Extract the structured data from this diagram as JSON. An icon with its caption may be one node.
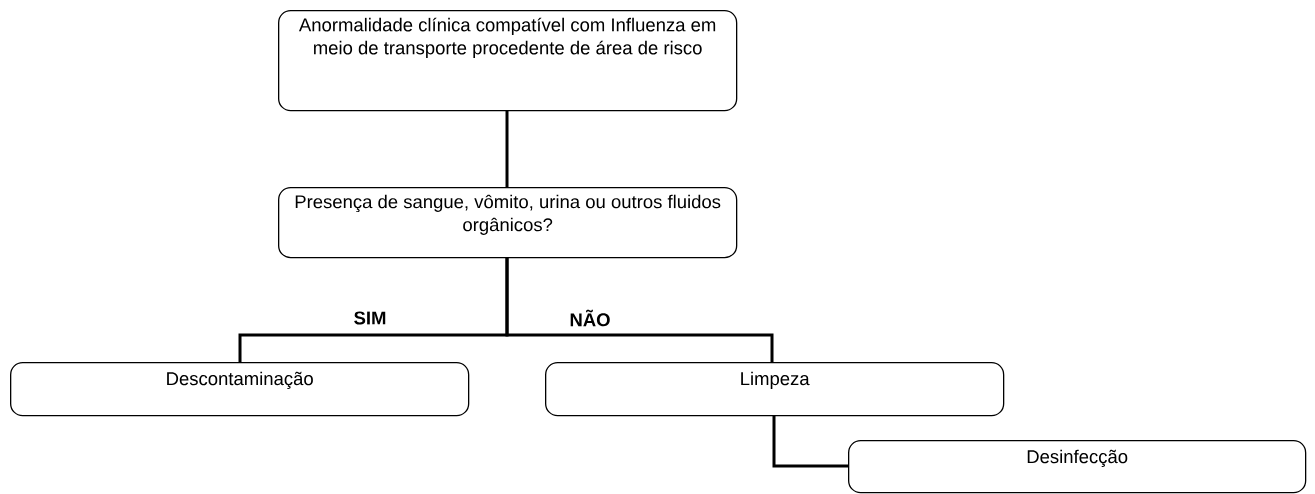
{
  "diagram": {
    "nodes": [
      {
        "text": [
          "Anormalidade clínica compatível com Influenza em meio de transporte procedente de área de risco"
        ]
      },
      {
        "text": [
          "Presença de sangue, vômito, urina ou outros fluidos orgânicos?"
        ]
      },
      {
        "text": [
          "Descontaminação"
        ]
      },
      {
        "text": [
          "Limpeza"
        ]
      },
      {
        "text": [
          "Desinfecção"
        ]
      }
    ],
    "edges": [
      {
        "from": 0,
        "to": 1,
        "arrow": "none"
      },
      {
        "from": 1,
        "to": 2,
        "arrow": "none",
        "label": "SIM"
      },
      {
        "from": 1,
        "to": 3,
        "arrow": "none",
        "label": "NÃO"
      },
      {
        "from": 3,
        "to": 4,
        "arrow": "none"
      }
    ]
  }
}
